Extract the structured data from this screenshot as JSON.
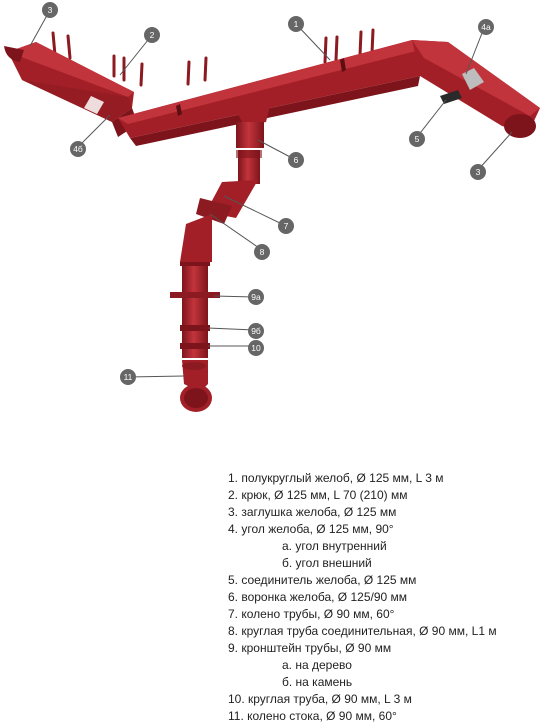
{
  "callouts": [
    {
      "id": "c1",
      "label": "1"
    },
    {
      "id": "c2",
      "label": "2"
    },
    {
      "id": "c3a",
      "label": "3"
    },
    {
      "id": "c3b",
      "label": "3"
    },
    {
      "id": "c4a",
      "label": "4а"
    },
    {
      "id": "c4b",
      "label": "4б"
    },
    {
      "id": "c5",
      "label": "5"
    },
    {
      "id": "c6",
      "label": "6"
    },
    {
      "id": "c7",
      "label": "7"
    },
    {
      "id": "c8",
      "label": "8"
    },
    {
      "id": "c9a",
      "label": "9а"
    },
    {
      "id": "c9b",
      "label": "9б"
    },
    {
      "id": "c10",
      "label": "10"
    },
    {
      "id": "c11",
      "label": "11"
    }
  ],
  "legend": [
    {
      "text": "1. полукруглый желоб, Ø 125 мм, L 3 м",
      "sub": false
    },
    {
      "text": "2. крюк, Ø 125 мм, L 70 (210) мм",
      "sub": false
    },
    {
      "text": "3. заглушка желоба, Ø 125 мм",
      "sub": false
    },
    {
      "text": "4. угол желоба, Ø 125 мм, 90°",
      "sub": false
    },
    {
      "text": "а. угол внутренний",
      "sub": true
    },
    {
      "text": "б. угол внешний",
      "sub": true
    },
    {
      "text": "5. соединитель желоба, Ø 125 мм",
      "sub": false
    },
    {
      "text": "6. воронка желоба, Ø 125/90 мм",
      "sub": false
    },
    {
      "text": "7. колено трубы, Ø 90 мм, 60°",
      "sub": false
    },
    {
      "text": "8. круглая труба соединительная, Ø 90 мм,  L1 м",
      "sub": false
    },
    {
      "text": "9. кронштейн трубы, Ø 90 мм",
      "sub": false
    },
    {
      "text": "а. на дерево",
      "sub": true
    },
    {
      "text": "б. на камень",
      "sub": true
    },
    {
      "text": "10. круглая труба, Ø 90 мм, L 3 м",
      "sub": false
    },
    {
      "text": "11. колено стока, Ø 90 мм, 60°",
      "sub": false
    }
  ],
  "colors": {
    "gutter": "#a31f27",
    "gutter_dark": "#7e141b",
    "gutter_light": "#c2343c",
    "callout": "#666666",
    "connector": "#bdbdbd"
  }
}
